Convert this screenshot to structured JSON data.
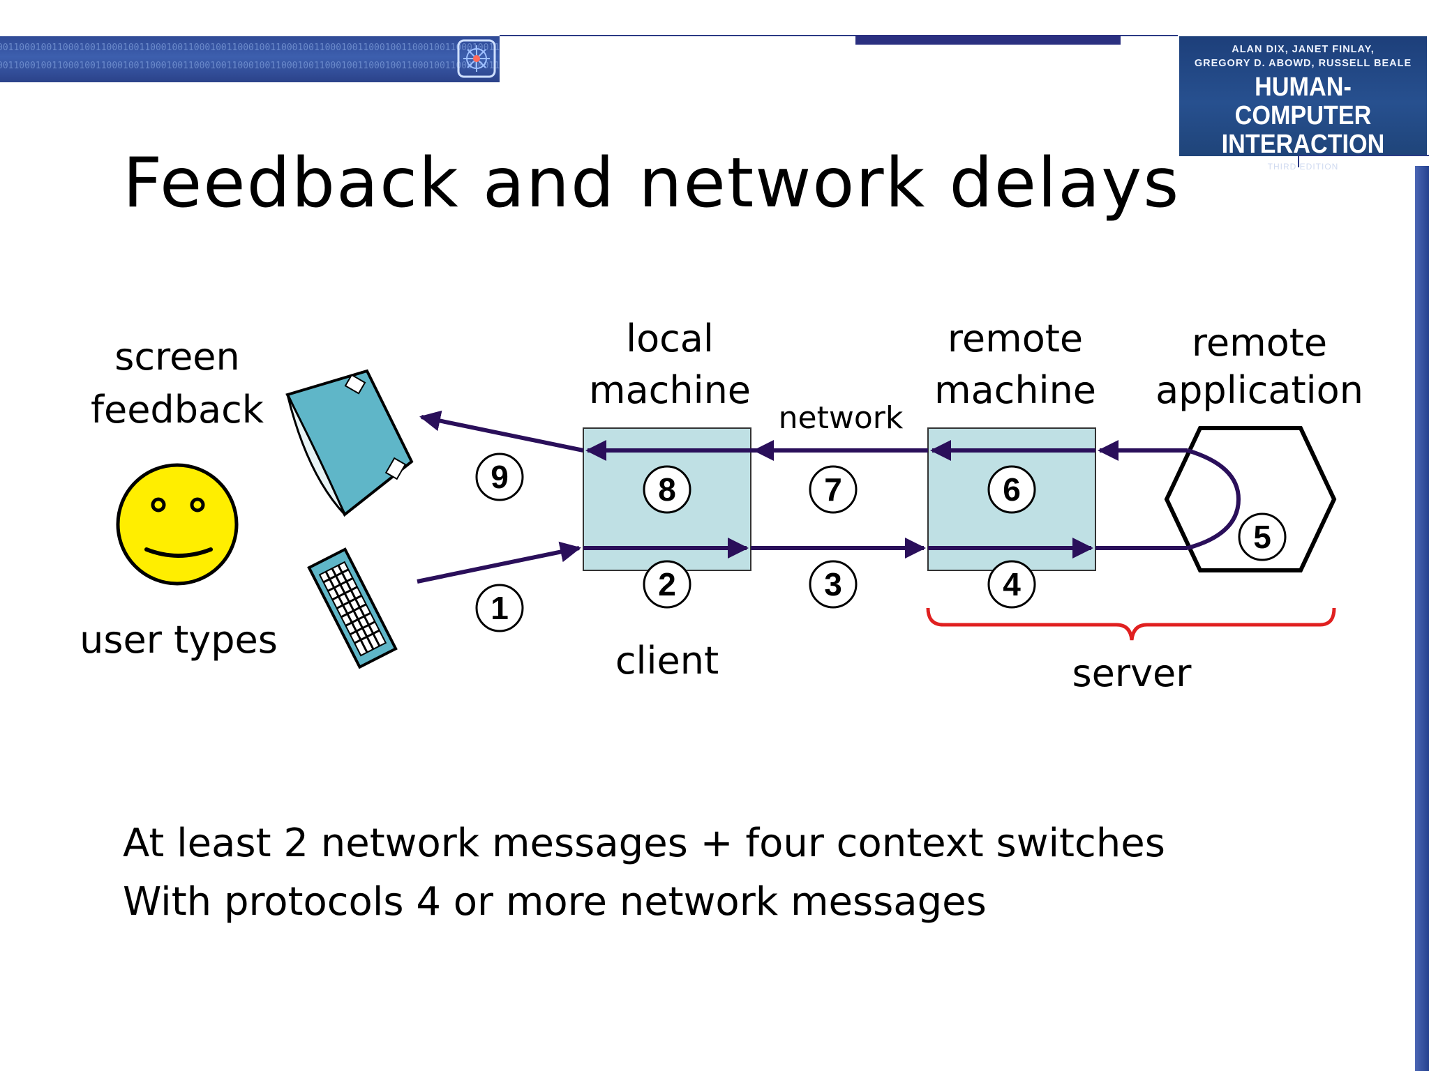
{
  "header": {
    "binary_pattern": "001100010011000100110001001100010011000100110001001100010011000100110001001100010011000100110001",
    "book": {
      "authors_line1": "ALAN DIX, JANET FINLAY,",
      "authors_line2": "GREGORY D. ABOWD, RUSSELL BEALE",
      "title_line1": "HUMAN-COMPUTER",
      "title_line2": "INTERACTION",
      "edition": "THIRD EDITION"
    },
    "colors": {
      "banner": "#2f4a96",
      "cover": "#1f4479"
    }
  },
  "slide": {
    "title": "Feedback and network delays"
  },
  "diagram": {
    "labels": {
      "screen_feedback_1": "screen",
      "screen_feedback_2": "feedback",
      "user_types": "user types",
      "local_machine_1": "local",
      "local_machine_2": "machine",
      "network": "network",
      "remote_machine_1": "remote",
      "remote_machine_2": "machine",
      "remote_app_1": "remote",
      "remote_app_2": "application",
      "client": "client",
      "server": "server"
    },
    "steps": [
      "1",
      "2",
      "3",
      "4",
      "5",
      "6",
      "7",
      "8",
      "9"
    ],
    "icons": [
      "smiley-face-icon",
      "screen-monitor-icon",
      "keyboard-icon"
    ],
    "colors": {
      "box_fill": "#bfe0e4",
      "arrow": "#2a0f5a",
      "brace": "#e02020",
      "smiley": "#ffee00",
      "device": "#5fb6c8"
    }
  },
  "bullets": [
    "At least 2 network messages + four context switches",
    "With protocols 4 or more network messages"
  ]
}
